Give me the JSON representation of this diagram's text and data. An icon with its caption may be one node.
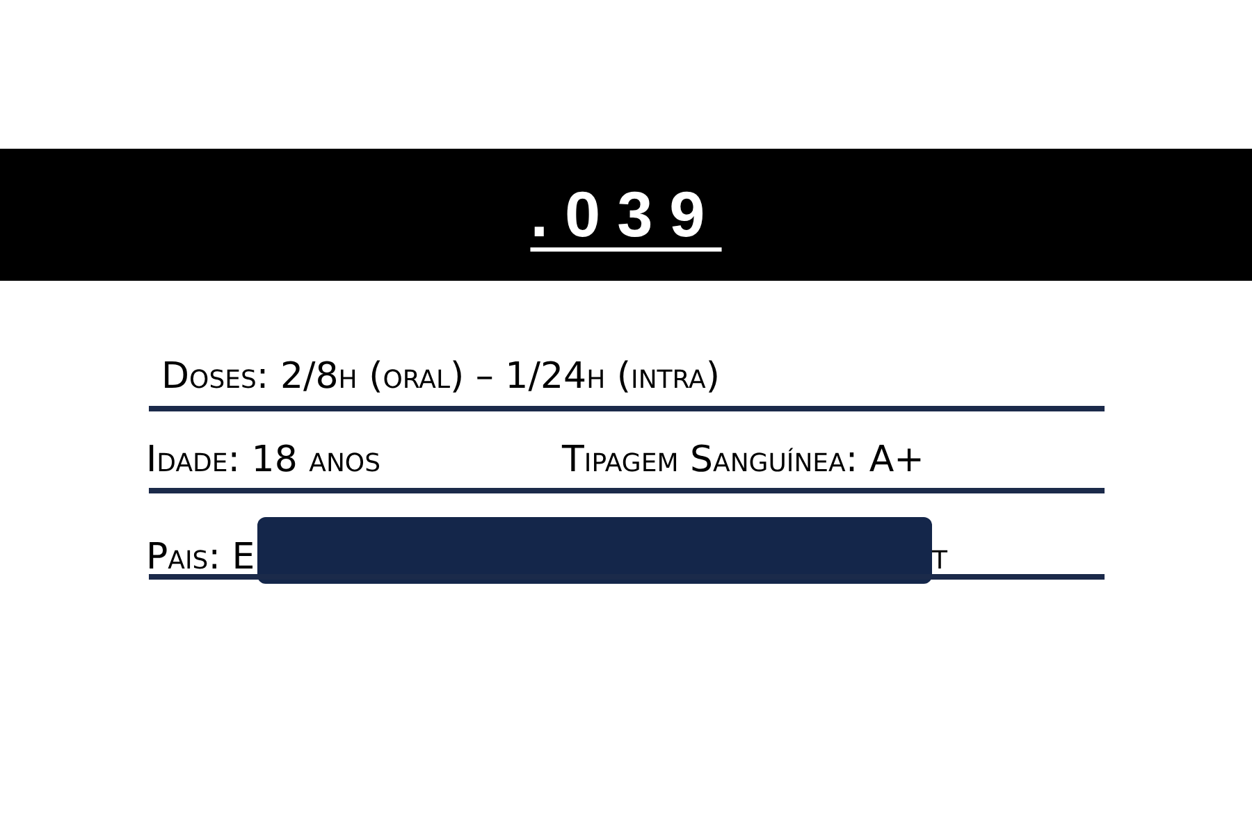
{
  "diagram": {
    "title": ".039",
    "labels": [
      "Doses: 2/8h (oral) – 1/24h (intra)",
      "Idade: 18 anos",
      "Tipagem Sanguínea: A+",
      "Pais: E",
      "t"
    ]
  }
}
